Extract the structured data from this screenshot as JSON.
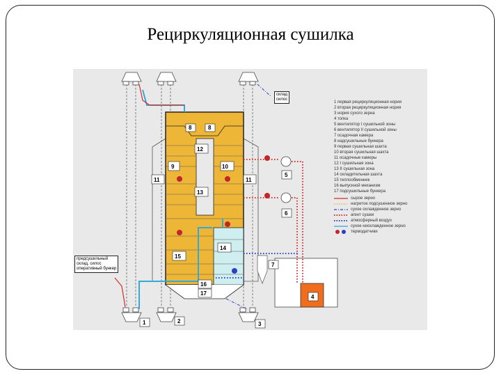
{
  "title": "Рециркуляционная сушилка",
  "labels": {
    "sklad": [
      "склад",
      "силос"
    ],
    "predsush": [
      "предсушильный",
      "склад, силос",
      "оперативный бункер"
    ],
    "numbers": {
      "n1": "1",
      "n2": "2",
      "n3": "3",
      "n4": "4",
      "n5": "5",
      "n6": "6",
      "n7": "7",
      "n8a": "8",
      "n8b": "8",
      "n9": "9",
      "n10": "10",
      "n11a": "11",
      "n11b": "11",
      "n12": "12",
      "n13": "13",
      "n14": "14",
      "n15": "15",
      "n16": "16",
      "n17": "17"
    }
  },
  "legend": {
    "components": [
      "1 первая рециркуляционная нория",
      "2 вторая рециркуляционная нория",
      "3 нория сухого зерна",
      "4 топка",
      "5 вентилятор I сушильной зоны",
      "6 вентилятор II сушильной зоны",
      "7 осадочная камера",
      "8 надсушильные бункера",
      "9 первая сушильная шахта",
      "10 вторая сушильная шахта",
      "11 осадочные камеры",
      "12 I сушильная зона",
      "13 II сушильная зона",
      "14 охладительная шахта",
      "15 теплообменник",
      "16 выпускной механизм",
      "17 подсушильные бункера"
    ],
    "lines": [
      {
        "label": "сырое зерно",
        "color": "#d62b2b",
        "style": "solid"
      },
      {
        "label": "нагретое подсушенное зерно",
        "color": "#e69a3a",
        "style": "dotted"
      },
      {
        "label": "сухое охлажденное зерно",
        "color": "#2b3fc2",
        "style": "dashdot"
      },
      {
        "label": "агент сушки",
        "color": "#d62b2b",
        "style": "dots"
      },
      {
        "label": "атмосферный воздух",
        "color": "#2b3fc2",
        "style": "dots"
      },
      {
        "label": "сухое неохлажденное зерно",
        "color": "#33a9d9",
        "style": "solid"
      },
      {
        "label": "термодатчики",
        "color": "#c0262a",
        "style": "circles"
      }
    ]
  },
  "colors": {
    "grain": "#eeb637",
    "cooling": "#cfeef0",
    "furnace": "#ef6d1c",
    "agent": "#d62b2b",
    "air": "#2b3fc2",
    "hot": "#33a9d9"
  }
}
